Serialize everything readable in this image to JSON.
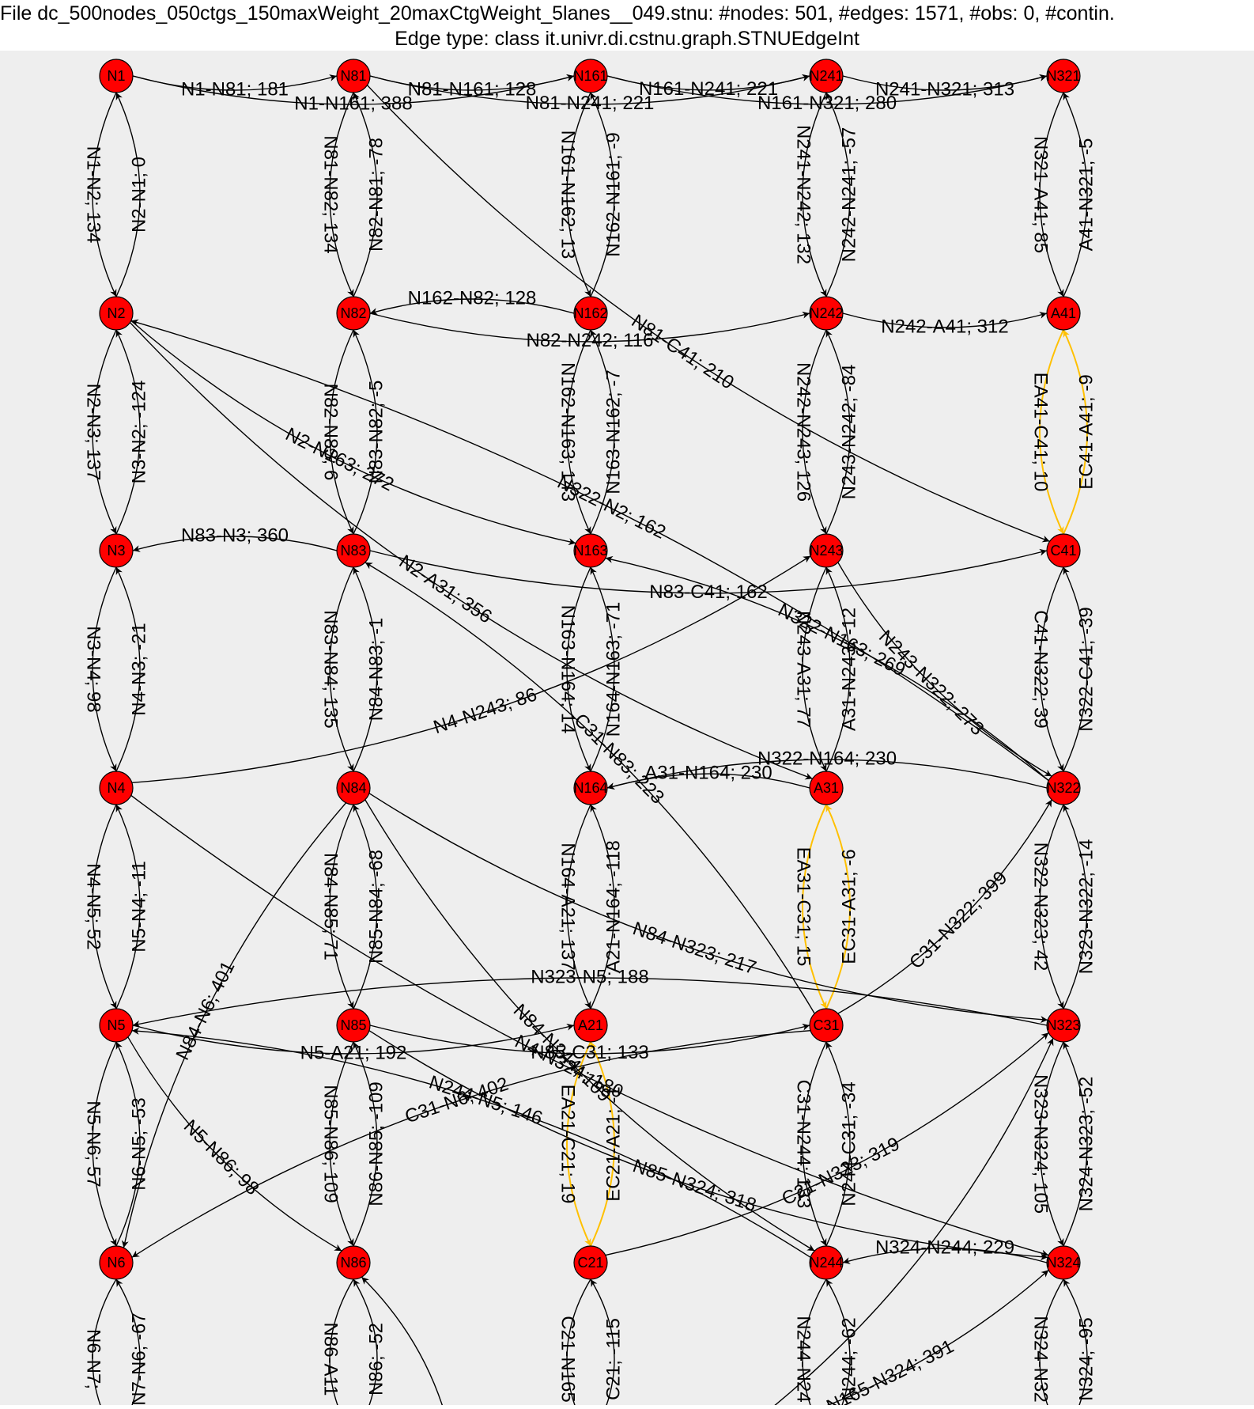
{
  "header": {
    "line1": "File dc_500nodes_050ctgs_150maxWeight_20maxCtgWeight_5lanes__049.stnu: #nodes: 501, #edges: 1571, #obs: 0, #contin.",
    "line2": "Edge type: class it.univr.di.cstnu.graph.STNUEdgeInt"
  },
  "colors": {
    "background": "#eeeeee",
    "node": "#ff0000",
    "edge": "#000000",
    "contingent_edge": "#ffc000"
  },
  "nodes": [
    {
      "id": "N1",
      "label": "N1"
    },
    {
      "id": "N2",
      "label": "N2"
    },
    {
      "id": "N3",
      "label": "N3"
    },
    {
      "id": "N4",
      "label": "N4"
    },
    {
      "id": "N5",
      "label": "N5"
    },
    {
      "id": "N6",
      "label": "N6"
    },
    {
      "id": "N81",
      "label": "N81"
    },
    {
      "id": "N82",
      "label": "N82"
    },
    {
      "id": "N83",
      "label": "N83"
    },
    {
      "id": "N84",
      "label": "N84"
    },
    {
      "id": "N85",
      "label": "N85"
    },
    {
      "id": "N86",
      "label": "N86"
    },
    {
      "id": "N161",
      "label": "N161"
    },
    {
      "id": "N162",
      "label": "N162"
    },
    {
      "id": "N163",
      "label": "N163"
    },
    {
      "id": "N164",
      "label": "N164"
    },
    {
      "id": "A21",
      "label": "A21"
    },
    {
      "id": "C21",
      "label": "C21"
    },
    {
      "id": "N241",
      "label": "N241"
    },
    {
      "id": "N242",
      "label": "N242"
    },
    {
      "id": "N243",
      "label": "N243"
    },
    {
      "id": "A31",
      "label": "A31"
    },
    {
      "id": "C31",
      "label": "C31"
    },
    {
      "id": "N244",
      "label": "N244"
    },
    {
      "id": "N321",
      "label": "N321"
    },
    {
      "id": "A41",
      "label": "A41"
    },
    {
      "id": "C41",
      "label": "C41"
    },
    {
      "id": "N322",
      "label": "N322"
    },
    {
      "id": "N323",
      "label": "N323"
    },
    {
      "id": "N324",
      "label": "N324"
    }
  ],
  "edges": [
    {
      "from": "N1",
      "to": "N2",
      "label": "N1-N2; 134",
      "type": "req"
    },
    {
      "from": "N2",
      "to": "N1",
      "label": "N2-N1; 0",
      "type": "req"
    },
    {
      "from": "N2",
      "to": "N3",
      "label": "N2-N3; 137",
      "type": "req"
    },
    {
      "from": "N3",
      "to": "N2",
      "label": "N3-N2; -124",
      "type": "req"
    },
    {
      "from": "N3",
      "to": "N4",
      "label": "N3-N4; 98",
      "type": "req"
    },
    {
      "from": "N4",
      "to": "N3",
      "label": "N4-N3; -21",
      "type": "req"
    },
    {
      "from": "N4",
      "to": "N5",
      "label": "N4-N5; 52",
      "type": "req"
    },
    {
      "from": "N5",
      "to": "N4",
      "label": "N5-N4; -11",
      "type": "req"
    },
    {
      "from": "N5",
      "to": "N6",
      "label": "N5-N6; 57",
      "type": "req"
    },
    {
      "from": "N6",
      "to": "N5",
      "label": "N6-N5; -53",
      "type": "req"
    },
    {
      "from": "N6",
      "to": "BOTTOM_C1",
      "label": "N6-N7;",
      "type": "req"
    },
    {
      "from": "BOTTOM_C1",
      "to": "N6",
      "label": "N7-N6; -67",
      "type": "req"
    },
    {
      "from": "N81",
      "to": "N82",
      "label": "N81-N82; 134",
      "type": "req"
    },
    {
      "from": "N82",
      "to": "N81",
      "label": "N82-N81; -78",
      "type": "req"
    },
    {
      "from": "N82",
      "to": "N83",
      "label": "N82-N83; 6",
      "type": "req"
    },
    {
      "from": "N83",
      "to": "N82",
      "label": "N83-N82; -5",
      "type": "req"
    },
    {
      "from": "N83",
      "to": "N84",
      "label": "N83-N84; 135",
      "type": "req"
    },
    {
      "from": "N84",
      "to": "N83",
      "label": "N84-N83; -1",
      "type": "req"
    },
    {
      "from": "N84",
      "to": "N85",
      "label": "N84-N85; 71",
      "type": "req"
    },
    {
      "from": "N85",
      "to": "N84",
      "label": "N85-N84; -68",
      "type": "req"
    },
    {
      "from": "N85",
      "to": "N86",
      "label": "N85-N86; 109",
      "type": "req"
    },
    {
      "from": "N86",
      "to": "N85",
      "label": "N86-N85; -109",
      "type": "req"
    },
    {
      "from": "N86",
      "to": "BOTTOM_C2",
      "label": "N86-A11",
      "type": "req"
    },
    {
      "from": "BOTTOM_C2",
      "to": "N86",
      "label": "N86; -52",
      "type": "req"
    },
    {
      "from": "N161",
      "to": "N162",
      "label": "N161-N162; 13",
      "type": "req"
    },
    {
      "from": "N162",
      "to": "N161",
      "label": "N162-N161; -9",
      "type": "req"
    },
    {
      "from": "N162",
      "to": "N163",
      "label": "N162-N163; 143",
      "type": "req"
    },
    {
      "from": "N163",
      "to": "N162",
      "label": "N163-N162; -7",
      "type": "req"
    },
    {
      "from": "N163",
      "to": "N164",
      "label": "N163-N164; 14",
      "type": "req"
    },
    {
      "from": "N164",
      "to": "N163",
      "label": "N164-N163; -71",
      "type": "req"
    },
    {
      "from": "N164",
      "to": "A21",
      "label": "N164-A21; 137",
      "type": "req"
    },
    {
      "from": "A21",
      "to": "N164",
      "label": "A21-N164; -118",
      "type": "req"
    },
    {
      "from": "A21",
      "to": "C21",
      "label": "EA21-C21; 19",
      "type": "ctg"
    },
    {
      "from": "C21",
      "to": "A21",
      "label": "EC21-A21; -1",
      "type": "ctg"
    },
    {
      "from": "C21",
      "to": "BOTTOM_C3",
      "label": "C21-N165",
      "type": "req"
    },
    {
      "from": "BOTTOM_C3",
      "to": "C21",
      "label": "C21; -115",
      "type": "req"
    },
    {
      "from": "N241",
      "to": "N242",
      "label": "N241-N242; 132",
      "type": "req"
    },
    {
      "from": "N242",
      "to": "N241",
      "label": "N242-N241; -57",
      "type": "req"
    },
    {
      "from": "N242",
      "to": "N243",
      "label": "N242-N243; 126",
      "type": "req"
    },
    {
      "from": "N243",
      "to": "N242",
      "label": "N243-N242; -84",
      "type": "req"
    },
    {
      "from": "N243",
      "to": "A31",
      "label": "N243-A31; 77",
      "type": "req"
    },
    {
      "from": "A31",
      "to": "N243",
      "label": "A31-N243; -12",
      "type": "req"
    },
    {
      "from": "A31",
      "to": "C31",
      "label": "EA31-C31; 15",
      "type": "ctg"
    },
    {
      "from": "C31",
      "to": "A31",
      "label": "EC31-A31; -6",
      "type": "ctg"
    },
    {
      "from": "C31",
      "to": "N244",
      "label": "C31-N244; 133",
      "type": "req"
    },
    {
      "from": "N244",
      "to": "C31",
      "label": "N244-C31; -34",
      "type": "req"
    },
    {
      "from": "N244",
      "to": "BOTTOM_C4",
      "label": "N244-N24",
      "type": "req"
    },
    {
      "from": "BOTTOM_C4",
      "to": "N244",
      "label": "N244; -62",
      "type": "req"
    },
    {
      "from": "N321",
      "to": "A41",
      "label": "N321-A41; 85",
      "type": "req"
    },
    {
      "from": "A41",
      "to": "N321",
      "label": "A41-N321; -5",
      "type": "req"
    },
    {
      "from": "A41",
      "to": "C41",
      "label": "EA41-C41; 10",
      "type": "ctg"
    },
    {
      "from": "C41",
      "to": "A41",
      "label": "EC41-A41; -9",
      "type": "ctg"
    },
    {
      "from": "C41",
      "to": "N322",
      "label": "C41-N322; 39",
      "type": "req"
    },
    {
      "from": "N322",
      "to": "C41",
      "label": "N322-C41; -39",
      "type": "req"
    },
    {
      "from": "N322",
      "to": "N323",
      "label": "N322-N323; 42",
      "type": "req"
    },
    {
      "from": "N323",
      "to": "N322",
      "label": "N323-N322; -14",
      "type": "req"
    },
    {
      "from": "N323",
      "to": "N324",
      "label": "N323-N324; 105",
      "type": "req"
    },
    {
      "from": "N324",
      "to": "N323",
      "label": "N324-N323; -52",
      "type": "req"
    },
    {
      "from": "N324",
      "to": "BOTTOM_C5",
      "label": "N324-N32",
      "type": "req"
    },
    {
      "from": "BOTTOM_C5",
      "to": "N324",
      "label": "N324; -95",
      "type": "req"
    },
    {
      "from": "N1",
      "to": "N81",
      "label": "N1-N81; 181",
      "type": "req"
    },
    {
      "from": "N1",
      "to": "N161",
      "label": "N1-N161; 388",
      "type": "req"
    },
    {
      "from": "N81",
      "to": "N161",
      "label": "N81-N161; 128",
      "type": "req"
    },
    {
      "from": "N81",
      "to": "N241",
      "label": "N81-N241; 221",
      "type": "req"
    },
    {
      "from": "N161",
      "to": "N241",
      "label": "N161-N241; 221",
      "type": "req"
    },
    {
      "from": "N161",
      "to": "N321",
      "label": "N161-N321; 280",
      "type": "req"
    },
    {
      "from": "N241",
      "to": "N321",
      "label": "N241-N321; 313",
      "type": "req"
    },
    {
      "from": "N162",
      "to": "N82",
      "label": "N162-N82; 128",
      "type": "req"
    },
    {
      "from": "N82",
      "to": "N242",
      "label": "N82-N242; 116",
      "type": "req"
    },
    {
      "from": "N242",
      "to": "A41",
      "label": "N242-A41; 312",
      "type": "req"
    },
    {
      "from": "N81",
      "to": "C41",
      "label": "N81-C41; 210",
      "type": "req"
    },
    {
      "from": "N2",
      "to": "N163",
      "label": "N2-N163; 272",
      "type": "req"
    },
    {
      "from": "N83",
      "to": "N3",
      "label": "N83-N3; 360",
      "type": "req"
    },
    {
      "from": "N83",
      "to": "C41",
      "label": "N83-C41; 162",
      "type": "req"
    },
    {
      "from": "N322",
      "to": "N2",
      "label": "N322-N2; 162",
      "type": "req"
    },
    {
      "from": "N2",
      "to": "A31",
      "label": "N2-A31; 356",
      "type": "req"
    },
    {
      "from": "N4",
      "to": "N243",
      "label": "N4-N243; 86",
      "type": "req"
    },
    {
      "from": "N322",
      "to": "N163",
      "label": "N322-N163; 269",
      "type": "req"
    },
    {
      "from": "N243",
      "to": "N322",
      "label": "N243-N322; 273",
      "type": "req"
    },
    {
      "from": "C31",
      "to": "N83",
      "label": "C31-N83; 223",
      "type": "req"
    },
    {
      "from": "A31",
      "to": "N164",
      "label": "A31-N164; 230",
      "type": "req"
    },
    {
      "from": "N322",
      "to": "N164",
      "label": "N322-N164; 230",
      "type": "req"
    },
    {
      "from": "N84",
      "to": "N323",
      "label": "N84-N323; 217",
      "type": "req"
    },
    {
      "from": "C31",
      "to": "N322",
      "label": "C31-N322; 399",
      "type": "req"
    },
    {
      "from": "N323",
      "to": "N5",
      "label": "N323-N5; 188",
      "type": "req"
    },
    {
      "from": "N5",
      "to": "A21",
      "label": "N5-A21; 192",
      "type": "req"
    },
    {
      "from": "N85",
      "to": "C31",
      "label": "N85-C31; 133",
      "type": "req"
    },
    {
      "from": "N84",
      "to": "N6",
      "label": "N84-N6; 401",
      "type": "req"
    },
    {
      "from": "N84",
      "to": "N244",
      "label": "N84-N244; 109",
      "type": "req"
    },
    {
      "from": "N4",
      "to": "N324",
      "label": "N4-N324; 180",
      "type": "req"
    },
    {
      "from": "N5",
      "to": "N86",
      "label": "N5-N86; 98",
      "type": "req"
    },
    {
      "from": "N244",
      "to": "N5",
      "label": "N244-N5; 146",
      "type": "req"
    },
    {
      "from": "C31",
      "to": "N6",
      "label": "C31-N6; 402",
      "type": "req"
    },
    {
      "from": "N85",
      "to": "N324",
      "label": "N85-N324; 318",
      "type": "req"
    },
    {
      "from": "C21",
      "to": "N323",
      "label": "C21-N323; 319",
      "type": "req"
    },
    {
      "from": "N324",
      "to": "N244",
      "label": "N324-N244; 229",
      "type": "req"
    },
    {
      "from": "BOTTOM_C4L",
      "to": "N324",
      "label": "N165-N324; 391",
      "type": "req"
    },
    {
      "from": "BOTTOM_C2R",
      "to": "N86",
      "label": "",
      "type": "req"
    },
    {
      "from": "BOTTOM_C4L2",
      "to": "N323",
      "label": "",
      "type": "req"
    }
  ]
}
